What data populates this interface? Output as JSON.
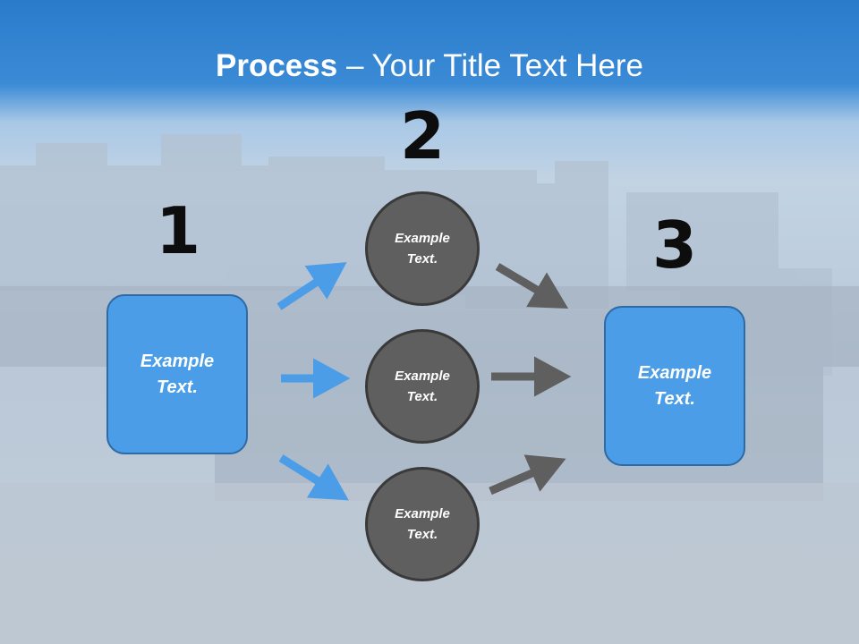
{
  "title": {
    "bold": "Process",
    "rest": " – Your Title Text Here"
  },
  "steps": {
    "one": "1",
    "two": "2",
    "three": "3"
  },
  "left_box": {
    "text": "Example Text."
  },
  "circles": [
    {
      "text": "Example Text."
    },
    {
      "text": "Example Text."
    },
    {
      "text": "Example Text."
    }
  ],
  "right_box": {
    "text": "Example Text."
  },
  "colors": {
    "accent_blue": "#4a9de6",
    "circle_gray": "#5f5f5f",
    "title_bar": "#2f82cf",
    "arrow_blue": "#4a9de6",
    "arrow_gray": "#5f5f5f"
  }
}
